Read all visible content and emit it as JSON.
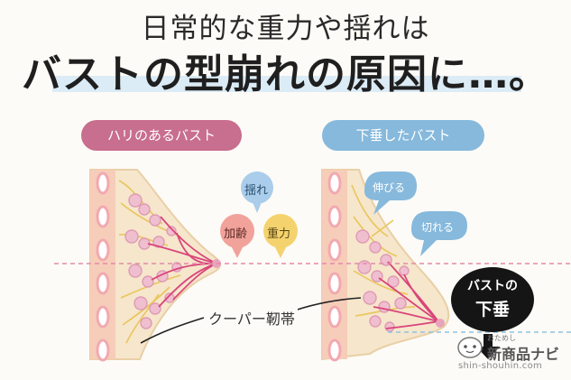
{
  "headline": {
    "line1": "日常的な重力や揺れは",
    "line2_main": "バストの型崩れの原因",
    "line2_tail": "に…。"
  },
  "left_panel": {
    "title": "ハリのあるバスト",
    "forces": {
      "sway": "揺れ",
      "aging": "加齢",
      "gravity": "重力"
    }
  },
  "right_panel": {
    "title": "下垂したバスト",
    "callouts": {
      "stretch": "伸びる",
      "tear": "切れる"
    },
    "badge_line1": "バストの",
    "badge_line2": "下垂"
  },
  "ligament_label": "クーパー靭帯",
  "watermark": {
    "kana": "おためし",
    "name": "新商品ナビ",
    "url": "shin-shouhin.com"
  },
  "colors": {
    "pink_pill": "#c86e8e",
    "blue_pill": "#86b9dc",
    "skin": "#f6e6cc",
    "rib": "#f2a9b0",
    "fat_lobule": "#e7a4bb",
    "duct": "#d9457a",
    "ligament": "#e8c65a",
    "dashed_pink": "#e58aa8",
    "dashed_blue": "#8fc3e2",
    "highlight": "#dcecf6"
  }
}
